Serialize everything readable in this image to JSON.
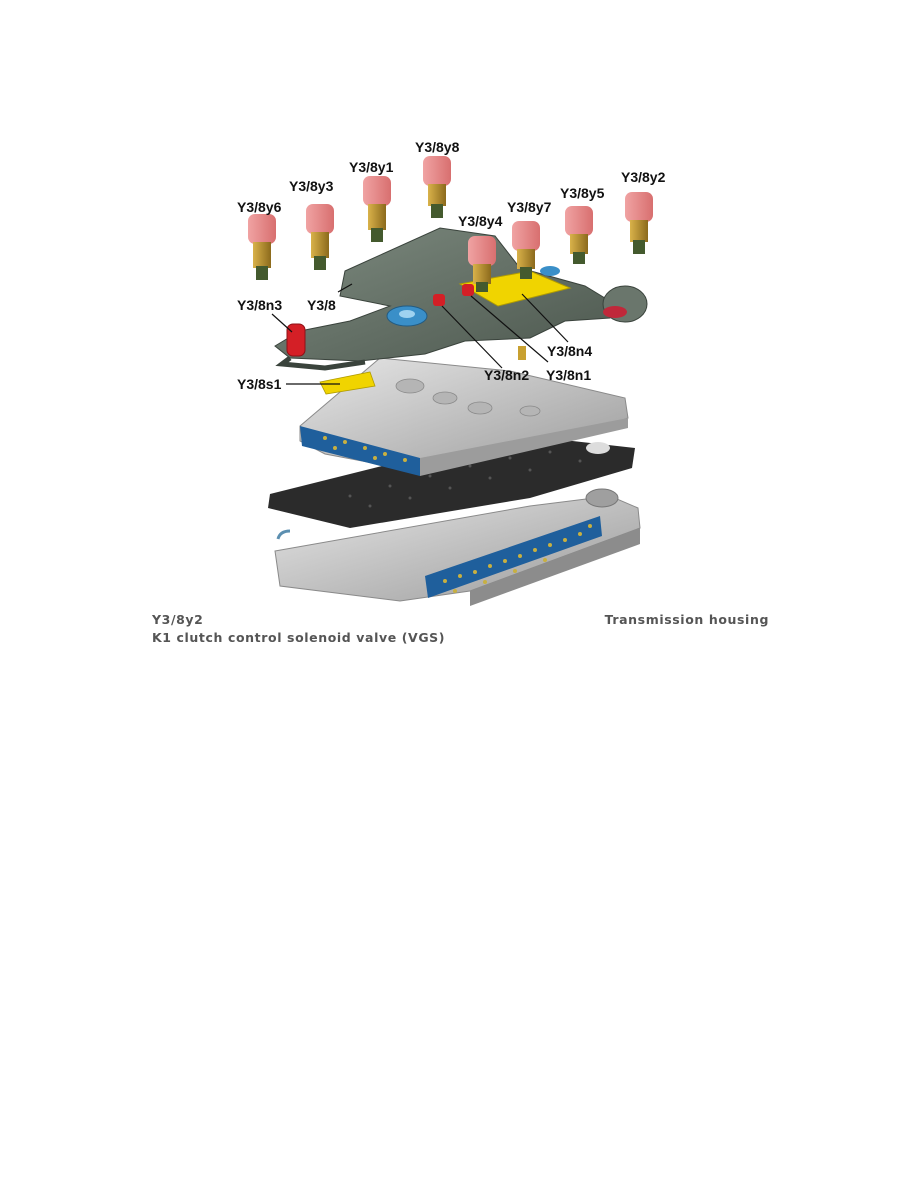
{
  "figure": {
    "callouts": {
      "y3_8y8": "Y3/8y8",
      "y3_8y1": "Y3/8y1",
      "y3_8y3": "Y3/8y3",
      "y3_8y6": "Y3/8y6",
      "y3_8y2": "Y3/8y2",
      "y3_8y7": "Y3/8y7",
      "y3_8y5": "Y3/8y5",
      "y3_8y4": "Y3/8y4",
      "y3_8n3": "Y3/8n3",
      "y3_8": "Y3/8",
      "y3_8n4": "Y3/8n4",
      "y3_8n2": "Y3/8n2",
      "y3_8n1": "Y3/8n1",
      "y3_8s1": "Y3/8s1"
    },
    "colors": {
      "solenoid_cap": "#e88a8a",
      "solenoid_body": "#c8a030",
      "carrier_plate": "#5f6d62",
      "sensor_red": "#d41f26",
      "cover_yellow": "#f0d400",
      "blue_part": "#3a8fc8",
      "valve_body": "#c9c9c9",
      "gasket": "#2b2b2b",
      "blue_strip": "#1f5f9c"
    }
  },
  "caption": {
    "component_code": "Y3/8y2",
    "location": "Transmission housing",
    "description": "K1 clutch control solenoid valve (VGS)"
  }
}
